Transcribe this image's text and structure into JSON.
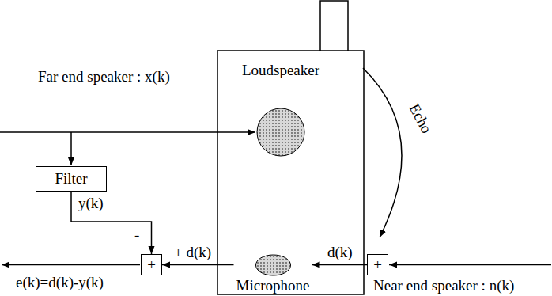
{
  "diagram": {
    "nodes": [
      {
        "text": [
          "Loudspeaker"
        ]
      },
      {
        "text": [
          "Microphone"
        ]
      },
      {
        "text": [
          "Filter"
        ]
      },
      {
        "text": [
          "+"
        ]
      },
      {
        "text": [
          "+"
        ]
      }
    ],
    "edges": [
      {
        "from": 2,
        "to": 3,
        "label": "y(k)",
        "arrow": "to"
      },
      {
        "from": 1,
        "to": 3,
        "label": "+ d(k)",
        "arrow": "to"
      },
      {
        "from": 4,
        "to": 1,
        "label": "d(k)",
        "arrow": "to"
      }
    ],
    "labels": [
      "Far end speaker : x(k)",
      "Echo",
      "-",
      "e(k)=d(k)-y(k)",
      "Near end speaker : n(k)"
    ]
  }
}
